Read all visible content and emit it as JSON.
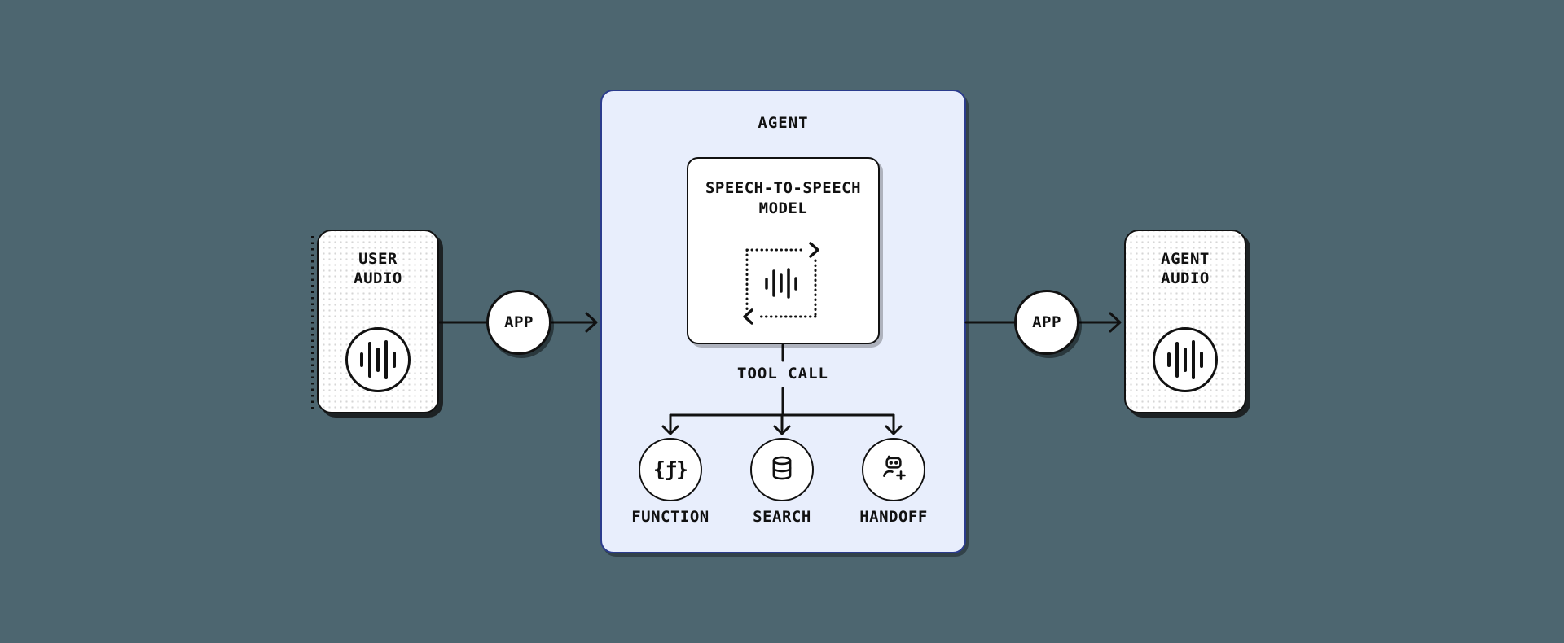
{
  "diagram": {
    "colors": {
      "background": "#4d6670",
      "panel_fill": "#e8eefc",
      "panel_border": "#2b3c8d",
      "ink": "#111111",
      "card_fill": "#ffffff"
    },
    "user_audio": {
      "lines": [
        "USER",
        "AUDIO"
      ],
      "icon": "waveform-icon"
    },
    "app_in": {
      "label": "APP"
    },
    "agent": {
      "label": "AGENT",
      "model": {
        "lines": [
          "SPEECH-TO-SPEECH",
          "MODEL"
        ],
        "icon": "audio-loop-icon"
      },
      "tool_call_label": "TOOL CALL",
      "tools": [
        {
          "label": "FUNCTION",
          "icon": "function-braces-icon",
          "glyph": "{ƒ}"
        },
        {
          "label": "SEARCH",
          "icon": "database-icon"
        },
        {
          "label": "HANDOFF",
          "icon": "robot-plus-icon"
        }
      ]
    },
    "app_out": {
      "label": "APP"
    },
    "agent_audio": {
      "lines": [
        "AGENT",
        "AUDIO"
      ],
      "icon": "waveform-icon"
    }
  }
}
